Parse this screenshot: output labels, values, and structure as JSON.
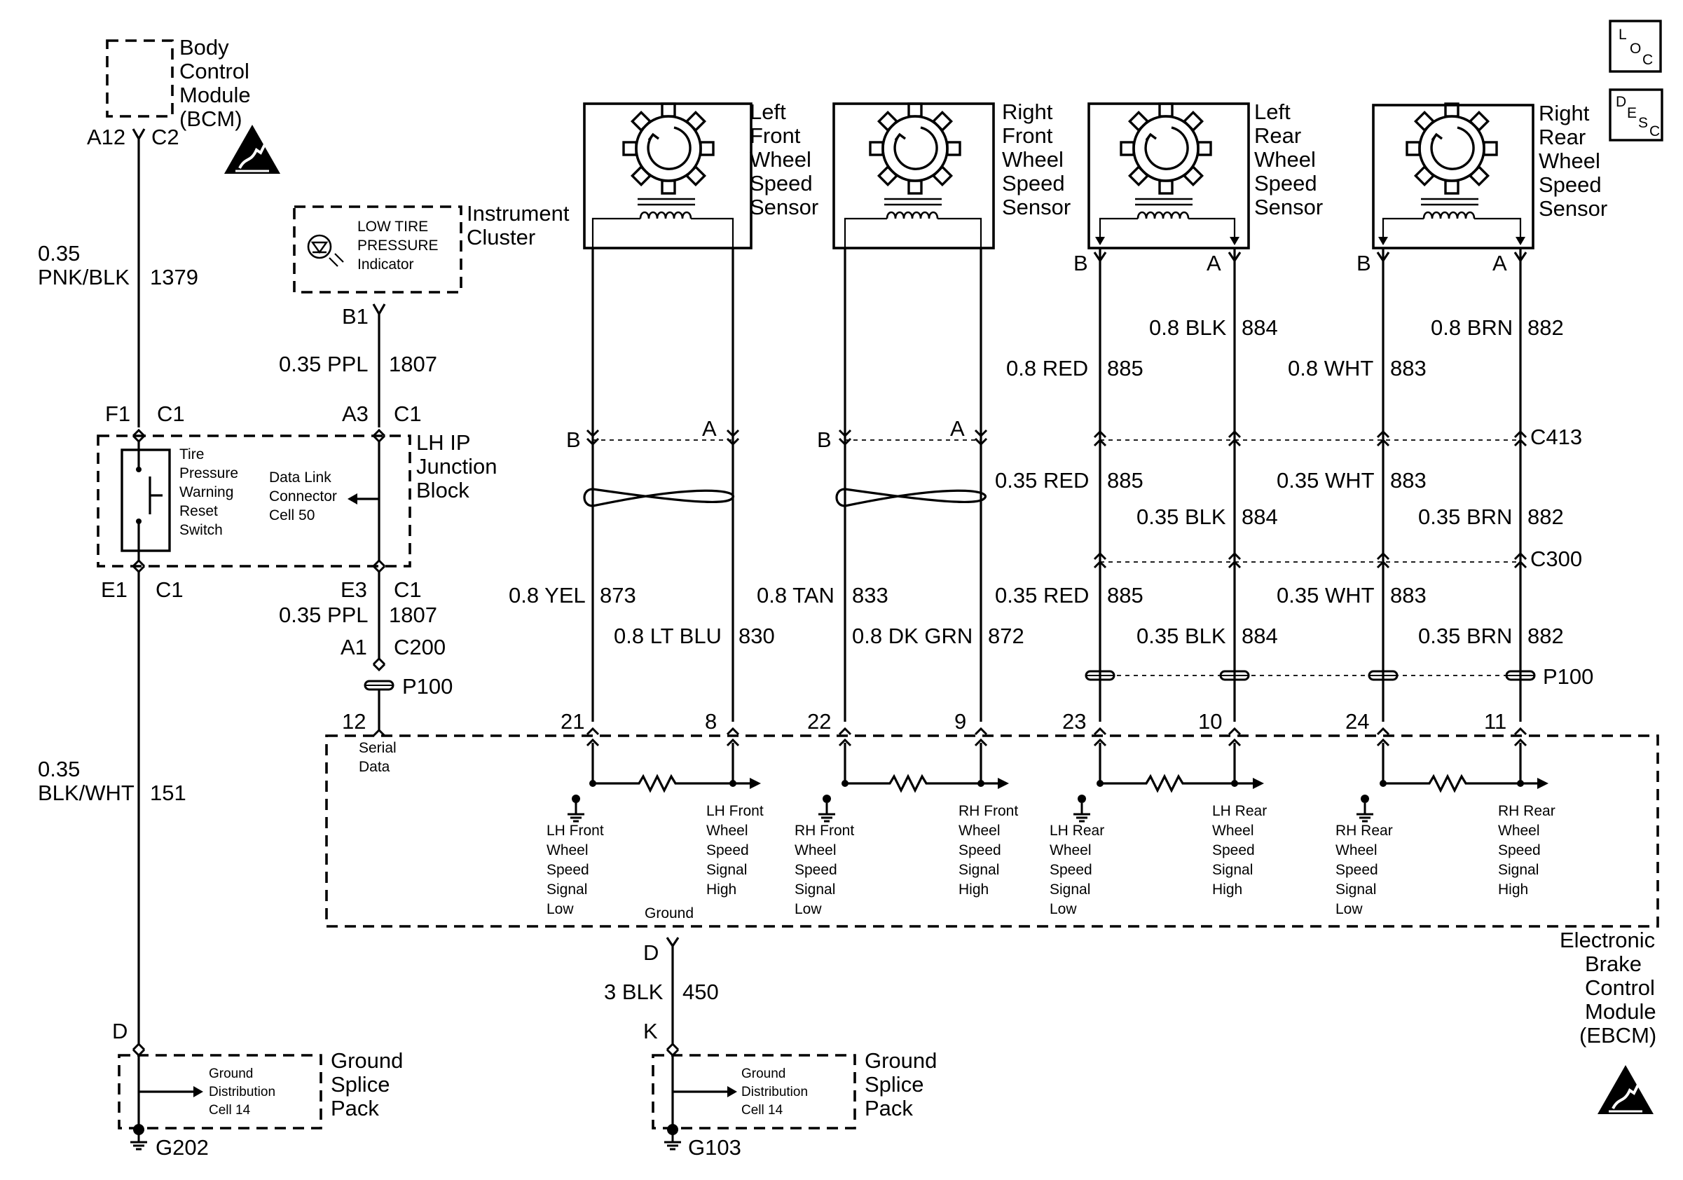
{
  "bcm": {
    "name": [
      "Body",
      "Control",
      "Module",
      "(BCM)"
    ],
    "pin_left": "A12",
    "pin_right": "C2"
  },
  "bcm_wire": {
    "size": "0.35",
    "color": "PNK/BLK",
    "circuit": "1379"
  },
  "cluster": {
    "name": [
      "Instrument",
      "Cluster"
    ],
    "indicator": [
      "LOW TIRE",
      "PRESSURE",
      "Indicator"
    ],
    "pin": "B1"
  },
  "cluster_wire": {
    "label": "0.35 PPL",
    "circuit": "1807"
  },
  "junction": {
    "name": [
      "LH IP",
      "Junction",
      "Block"
    ],
    "f1": "F1",
    "c1": "C1",
    "a3": "A3",
    "e1": "E1",
    "e3": "E3",
    "switch_label": [
      "Tire",
      "Pressure",
      "Warning",
      "Reset",
      "Switch"
    ],
    "dlc_label": [
      "Data Link",
      "Connector",
      "Cell 50"
    ]
  },
  "lower_ppl": {
    "label": "0.35 PPL",
    "circuit": "1807",
    "a1": "A1",
    "c200": "C200",
    "p100": "P100",
    "pin12": "12",
    "serial": [
      "Serial",
      "Data"
    ]
  },
  "gnd_left_wire": {
    "size": "0.35",
    "color": "BLK/WHT",
    "circuit": "151",
    "pin": "D"
  },
  "splice_left": {
    "cell": [
      "Ground",
      "Distribution",
      "Cell 14"
    ],
    "name": [
      "Ground",
      "Splice",
      "Pack"
    ],
    "ground": "G202"
  },
  "splice_mid": {
    "cell": [
      "Ground",
      "Distribution",
      "Cell 14"
    ],
    "name": [
      "Ground",
      "Splice",
      "Pack"
    ],
    "ground": "G103",
    "pin": "K"
  },
  "ebcm_ground": {
    "label": "Ground",
    "pin": "D",
    "wire": "3 BLK",
    "circuit": "450"
  },
  "ebcm": {
    "name": [
      "Electronic",
      "Brake",
      "Control",
      "Module",
      "(EBCM)"
    ]
  },
  "sensors": [
    {
      "name": [
        "Left",
        "Front",
        "Wheel",
        "Speed",
        "Sensor"
      ]
    },
    {
      "name": [
        "Right",
        "Front",
        "Wheel",
        "Speed",
        "Sensor"
      ]
    },
    {
      "name": [
        "Left",
        "Rear",
        "Wheel",
        "Speed",
        "Sensor"
      ]
    },
    {
      "name": [
        "Right",
        "Rear",
        "Wheel",
        "Speed",
        "Sensor"
      ]
    }
  ],
  "front_wires": {
    "lf_b": "B",
    "lf_a": "A",
    "rf_b": "B",
    "rf_a": "A",
    "lf_low": {
      "label": "0.8 YEL",
      "circuit": "873"
    },
    "lf_high": {
      "label": "0.8 LT BLU",
      "circuit": "830"
    },
    "rf_low": {
      "label": "0.8 TAN",
      "circuit": "833"
    },
    "rf_high": {
      "label": "0.8 DK GRN",
      "circuit": "872"
    }
  },
  "rear_wires": {
    "lr_b": "B",
    "lr_a": "A",
    "rr_b": "B",
    "rr_a": "A",
    "top": {
      "lr_red": "0.8 RED",
      "lr_red_c": "885",
      "lr_blk": "0.8 BLK",
      "lr_blk_c": "884",
      "rr_wht": "0.8 WHT",
      "rr_wht_c": "883",
      "rr_brn": "0.8 BRN",
      "rr_brn_c": "882"
    },
    "mid": {
      "lr_red": "0.35 RED",
      "lr_red_c": "885",
      "lr_blk": "0.35 BLK",
      "lr_blk_c": "884",
      "rr_wht": "0.35 WHT",
      "rr_wht_c": "883",
      "rr_brn": "0.35 BRN",
      "rr_brn_c": "882"
    },
    "low": {
      "lr_red": "0.35 RED",
      "lr_red_c": "885",
      "lr_blk": "0.35 BLK",
      "lr_blk_c": "884",
      "rr_wht": "0.35 WHT",
      "rr_wht_c": "883",
      "rr_brn": "0.35 BRN",
      "rr_brn_c": "882"
    },
    "c413": "C413",
    "c300": "C300",
    "p100": "P100"
  },
  "ebcm_pins": [
    "21",
    "8",
    "22",
    "9",
    "23",
    "10",
    "24",
    "11"
  ],
  "ebcm_signals": [
    [
      "LH Front",
      "Wheel",
      "Speed",
      "Signal",
      "Low"
    ],
    [
      "LH Front",
      "Wheel",
      "Speed",
      "Signal",
      "High"
    ],
    [
      "RH Front",
      "Wheel",
      "Speed",
      "Signal",
      "Low"
    ],
    [
      "RH Front",
      "Wheel",
      "Speed",
      "Signal",
      "High"
    ],
    [
      "LH Rear",
      "Wheel",
      "Speed",
      "Signal",
      "Low"
    ],
    [
      "LH Rear",
      "Wheel",
      "Speed",
      "Signal",
      "High"
    ],
    [
      "RH Rear",
      "Wheel",
      "Speed",
      "Signal",
      "Low"
    ],
    [
      "RH Rear",
      "Wheel",
      "Speed",
      "Signal",
      "High"
    ]
  ],
  "badges": {
    "loc": [
      "L",
      "O",
      "C"
    ],
    "desc": [
      "D",
      "E",
      "S",
      "C"
    ]
  }
}
